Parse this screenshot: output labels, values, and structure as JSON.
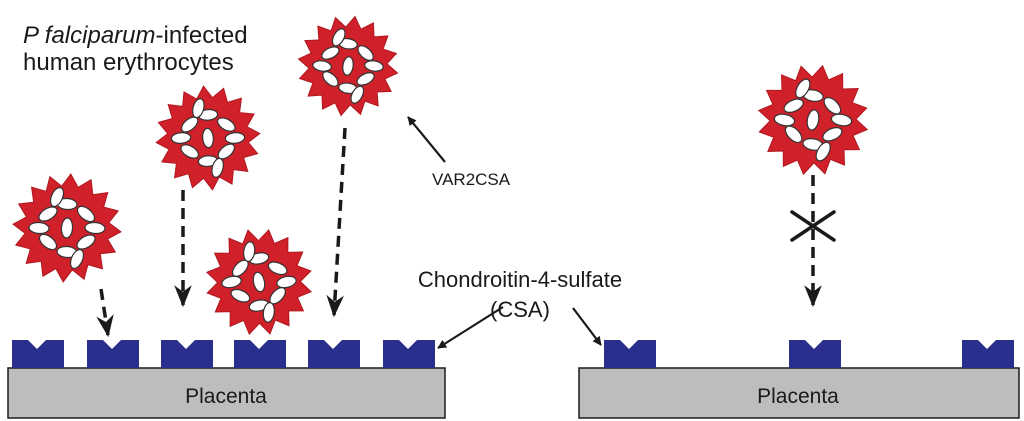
{
  "caption": {
    "line1_italic": "P falciparum",
    "line1_rest": "-infected",
    "line2": "human erythrocytes"
  },
  "labels": {
    "var2csa": "VAR2CSA",
    "csa_line1": "Chondroitin-4-sulfate",
    "csa_line2": "(CSA)",
    "placenta_left": "Placenta",
    "placenta_right": "Placenta"
  },
  "colors": {
    "cell_red": "#d0202a",
    "cell_outline": "#333333",
    "receptor_blue": "#2a2f8e",
    "placenta_gray": "#bdbdbd",
    "arrow": "#1a1a1a"
  },
  "icons": {
    "cell": "infected-erythrocyte-icon",
    "receptor": "csa-receptor-icon",
    "blocked": "x-mark-icon"
  }
}
